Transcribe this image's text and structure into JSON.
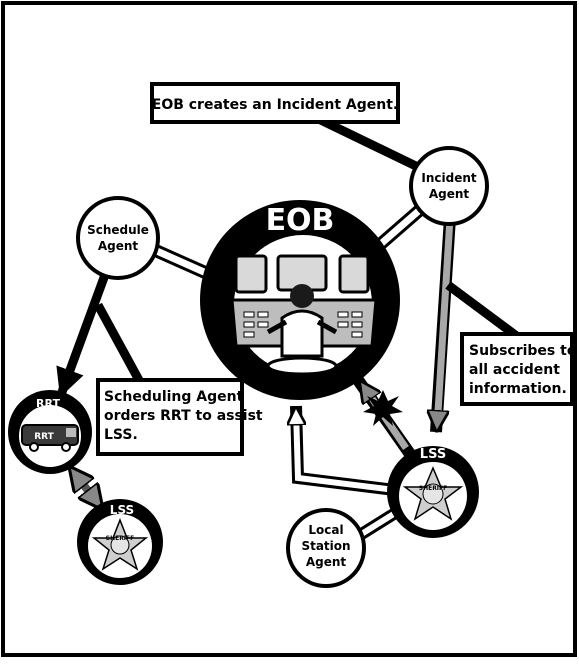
{
  "callouts": {
    "eob_creates": "EOB creates an Incident Agent.",
    "scheduling": [
      "Scheduling Agent",
      "orders RRT to assist",
      "LSS."
    ],
    "subscribes": [
      "Subscribes to",
      "all accident",
      "information."
    ]
  },
  "nodes": {
    "incident_agent": [
      "Incident",
      "Agent"
    ],
    "schedule_agent": [
      "Schedule",
      "Agent"
    ],
    "local_station_agent": [
      "Local",
      "Station",
      "Agent"
    ],
    "eob_label": "EOB",
    "rrt_label": "RRT",
    "rrt_vehicle_label": "RRT",
    "lss_label_right": "LSS",
    "lss_label_left": "LSS",
    "sheriff_badge_text": "SHERIFF"
  },
  "colors": {
    "ink": "#000000",
    "paper": "#ffffff",
    "gray": "#a8a8a8",
    "mid_gray": "#bdbdbd",
    "dark_gray": "#555555"
  }
}
